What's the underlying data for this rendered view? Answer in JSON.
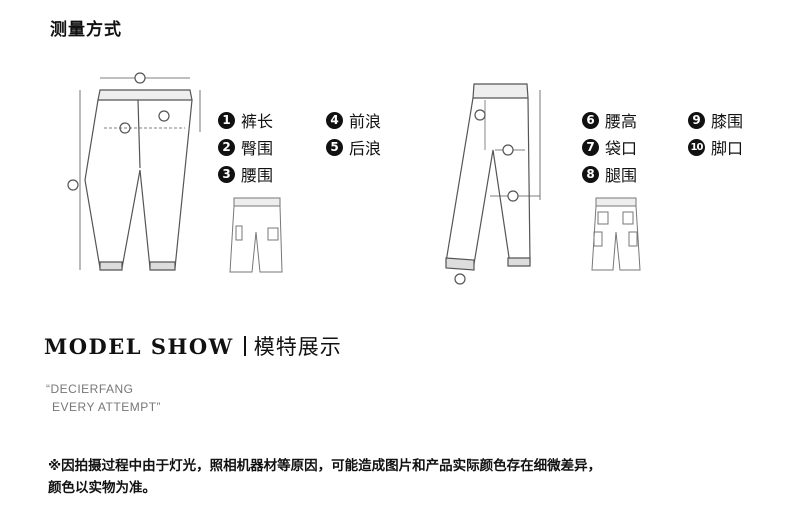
{
  "header": {
    "title": "测量方式"
  },
  "legend_left": [
    {
      "num": "1",
      "label": "裤长"
    },
    {
      "num": "2",
      "label": "臀围"
    },
    {
      "num": "3",
      "label": "腰围"
    },
    {
      "num": "4",
      "label": "前浪"
    },
    {
      "num": "5",
      "label": "后浪"
    }
  ],
  "legend_right": [
    {
      "num": "6",
      "label": "腰高"
    },
    {
      "num": "7",
      "label": "袋口"
    },
    {
      "num": "8",
      "label": "腿围"
    },
    {
      "num": "9",
      "label": "膝围"
    },
    {
      "num": "10",
      "label": "脚口"
    }
  ],
  "model_show": {
    "title_en": "MODEL SHOW",
    "title_cn": "模特展示"
  },
  "brand": {
    "line1": "“DECIERFANG",
    "line2": "EVERY ATTEMPT”"
  },
  "notice": {
    "line1": "※因拍摄过程中由于灯光，照相机器材等原因，可能造成图片和产品实际颜色存在细微差异，",
    "line2": "颜色以实物为准。"
  },
  "colors": {
    "text": "#111111",
    "drawing": "#555555",
    "subtle": "#777777"
  }
}
